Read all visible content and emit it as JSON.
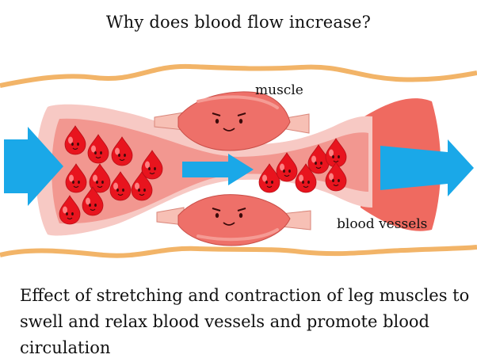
{
  "diagram": {
    "title": "Why does blood flow increase?",
    "labels": {
      "muscle": "muscle",
      "vessels": "blood vessels"
    },
    "caption": "Effect of stretching and contraction of leg muscles to swell and relax blood vessels and promote blood circulation"
  },
  "colors": {
    "skin_line": "#f2b468",
    "vessel_outer": "#f7c9c4",
    "vessel_inner": "#f29790",
    "vessel_wide_end": "#ef6a60",
    "muscle": "#ee7069",
    "tendon": "#f7c0b5",
    "blood_cell": "#e8141e",
    "flow_arrow": "#1aa8e8"
  },
  "icons": [
    "flow-arrow-icon",
    "blood-drop-icon",
    "muscle-face-icon"
  ]
}
